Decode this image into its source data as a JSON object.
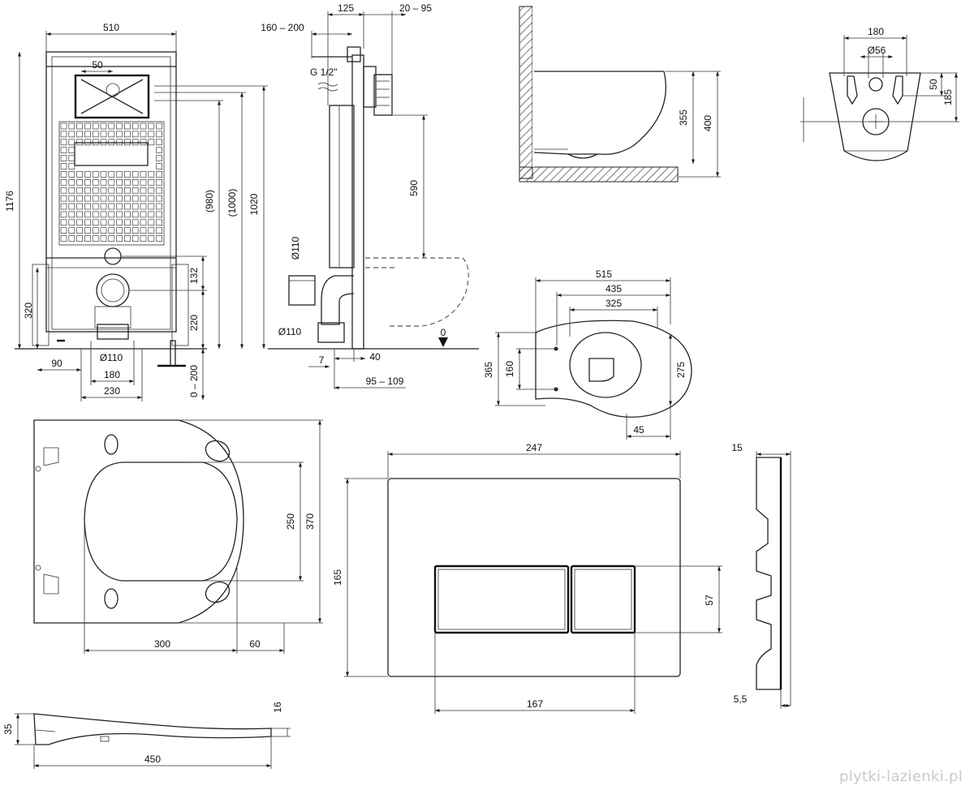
{
  "frame_view": {
    "width_510": "510",
    "flush_50": "50",
    "height_1176": "1176",
    "h_980": "(980)",
    "h_1000": "(1000)",
    "h_1020": "1020",
    "h_320": "320",
    "h_132": "132",
    "h_220": "220",
    "w_90": "90",
    "pipe_110": "Ø110",
    "w_180": "180",
    "w_230": "230",
    "legs_0_200": "0 – 200"
  },
  "side_view": {
    "d_160_200": "160 – 200",
    "d_125": "125",
    "d_20_95": "20 – 95",
    "inlet": "G 1/2\"",
    "d_590": "590",
    "pipe_110_a": "Ø110",
    "pipe_110_b": "Ø110",
    "floor_0": "0",
    "d_7": "7",
    "d_40": "40",
    "d_95_109": "95 – 109"
  },
  "bowl_side": {
    "h_355": "355",
    "h_400": "400"
  },
  "bowl_back": {
    "w_180": "180",
    "bolt_56": "Ø56",
    "h_50": "50",
    "h_185": "185"
  },
  "bowl_top": {
    "w_515": "515",
    "w_435": "435",
    "w_325": "325",
    "h_365": "365",
    "h_160": "160",
    "h_275": "275",
    "w_45": "45"
  },
  "seat_top": {
    "h_250": "250",
    "h_370": "370",
    "w_300": "300",
    "w_60": "60"
  },
  "seat_side": {
    "h_35": "35",
    "h_16": "16",
    "w_450": "450"
  },
  "flush_plate": {
    "w_247": "247",
    "h_165": "165",
    "h_57": "57",
    "w_167": "167"
  },
  "plate_side": {
    "d_15": "15",
    "d_5_5": "5,5"
  },
  "watermark": "plytki-lazienki.pl"
}
